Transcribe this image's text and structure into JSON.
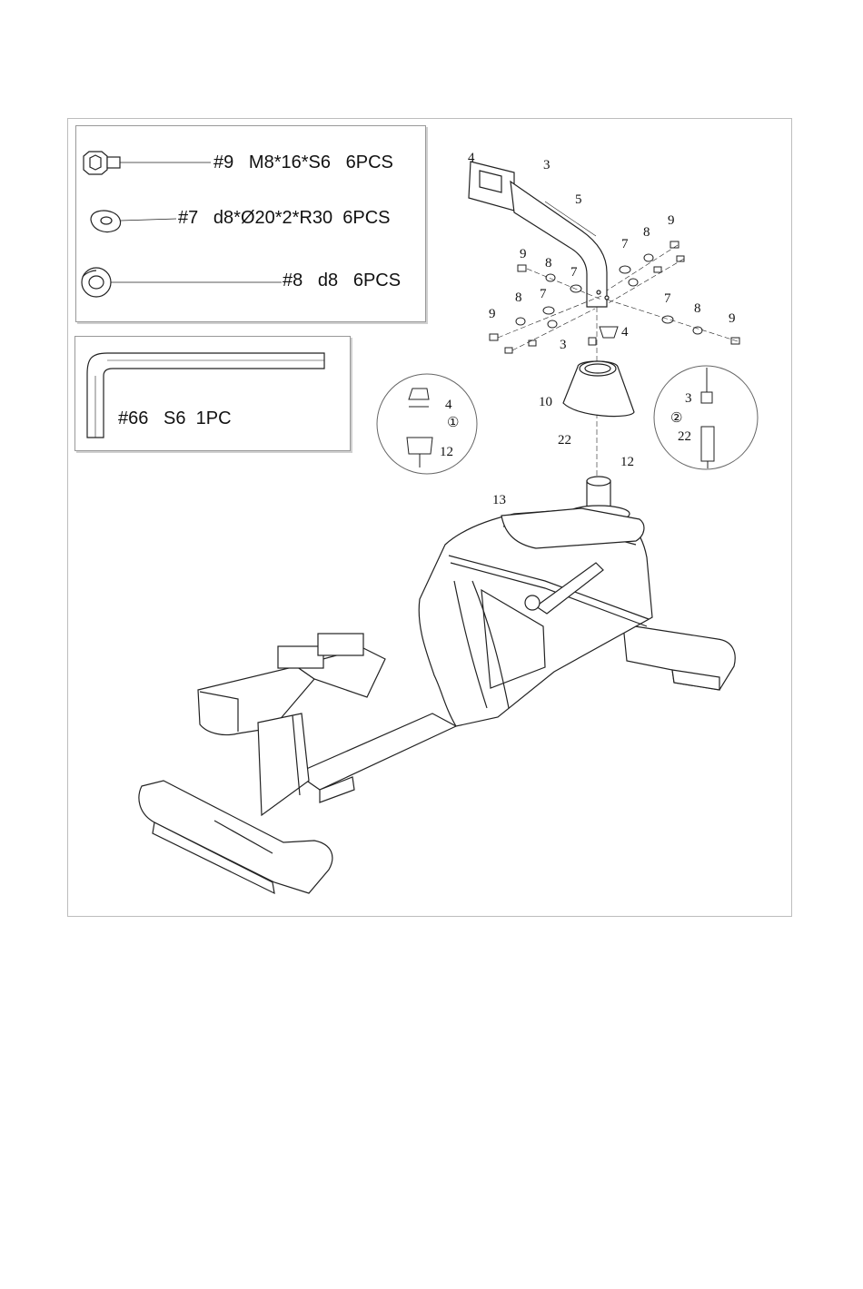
{
  "hardware": [
    {
      "id": "part-9",
      "text": "#9   M8*16*S6   6PCS",
      "icon": "bolt-icon"
    },
    {
      "id": "part-7",
      "text": "#7   d8*Ø20*2*R30  6PCS",
      "icon": "curved-washer-icon"
    },
    {
      "id": "part-8",
      "text": "#8   d8   6PCS",
      "icon": "lock-washer-icon"
    }
  ],
  "tool": {
    "text": "#66   S6  1PC",
    "icon": "hex-key-icon"
  },
  "callouts": {
    "c4a": "4",
    "c3a": "3",
    "c5": "5",
    "c9a": "9",
    "c8a": "8",
    "c7a": "7",
    "c7b": "7",
    "c8b": "8",
    "c9b": "9",
    "c8c": "8",
    "c7c": "7",
    "c9c": "9",
    "c3b": "3",
    "c4b": "4",
    "c7d": "7",
    "c8d": "8",
    "c9d": "9",
    "c10": "10",
    "c22a": "22",
    "c12a": "12",
    "c13": "13",
    "d1_4": "4",
    "d1_12": "12",
    "d1_num": "①",
    "d2_3": "3",
    "d2_22": "22",
    "d2_num": "②"
  },
  "colors": {
    "line": "#222222",
    "frame": "#bdbdbd"
  }
}
